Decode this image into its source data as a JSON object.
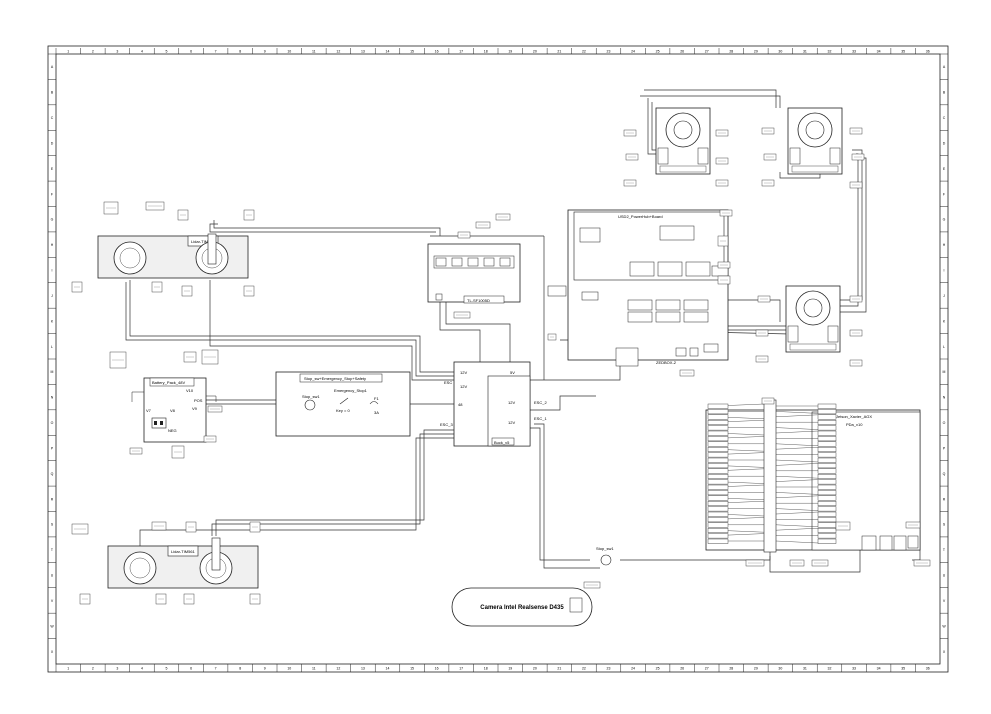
{
  "border": {
    "columns": [
      "1",
      "2",
      "3",
      "4",
      "5",
      "6",
      "7",
      "8",
      "9",
      "10",
      "11",
      "12",
      "13",
      "14",
      "15",
      "16",
      "17",
      "18",
      "19",
      "20",
      "21",
      "22",
      "23",
      "24",
      "25",
      "26",
      "27",
      "28",
      "29",
      "30",
      "31",
      "32",
      "33",
      "34",
      "35",
      "36"
    ],
    "rows": [
      "A",
      "B",
      "C",
      "D",
      "E",
      "F",
      "G",
      "H",
      "I",
      "J",
      "K",
      "L",
      "M",
      "N",
      "O",
      "P",
      "Q",
      "R",
      "S",
      "T",
      "U",
      "V",
      "W",
      "X"
    ]
  },
  "blocks": {
    "lidar_top": "Lidar-TIM561",
    "lidar_bottom": "Lidar-TIM561",
    "battery": "Battery_Pack_48V",
    "estop": "Stop_sw+Emergency_Stop+Safety",
    "tl": "TL-SF1005D",
    "buck": "Buck_v5",
    "powerhub": "USD2_PowerHub+Board",
    "jetson": "Jetson_Xavier_AGX",
    "jetson_inner": "PDa_v10",
    "camera": "Camera Intel Realsense D435"
  },
  "labels": {
    "esc_1": "ESC_1",
    "esc_2": "ESC_2",
    "esc_3": "ESC_3",
    "esc_lbl": "ESC",
    "v12a": "12V",
    "v12b": "12V",
    "v12c": "12V",
    "v12d": "12V",
    "v5": "5V",
    "v48": "48",
    "stop_sw": "Stop_sw1",
    "stop_sw2": "Stop_sw1",
    "emergency": "Emergency_Stop1",
    "key": "Key = 0",
    "fuse": "F1",
    "fuse_val": "3A",
    "zed": "ZEDBOX-2",
    "pos": "POS",
    "neg": "NEG",
    "v7": "V7",
    "v8": "V8",
    "v9": "V9",
    "v10": "V10"
  }
}
